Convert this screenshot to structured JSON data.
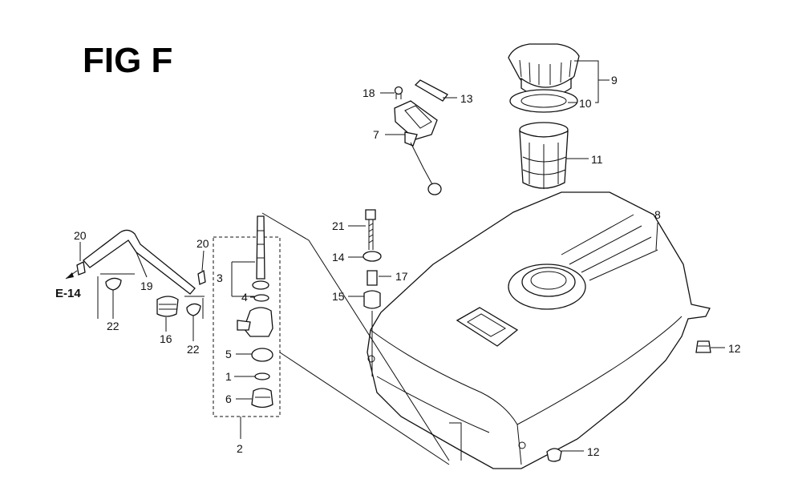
{
  "figure": {
    "title": "FIG F"
  },
  "reference": {
    "code": "E-14"
  },
  "callouts": {
    "c1": "1",
    "c2": "2",
    "c3": "3",
    "c4": "4",
    "c5": "5",
    "c6": "6",
    "c7": "7",
    "c8": "8",
    "c9": "9",
    "c10": "10",
    "c11": "11",
    "c12a": "12",
    "c12b": "12",
    "c13": "13",
    "c14": "14",
    "c15": "15",
    "c16": "16",
    "c17": "17",
    "c18": "18",
    "c19": "19",
    "c20a": "20",
    "c20b": "20",
    "c21": "21",
    "c22a": "22",
    "c22b": "22"
  },
  "colors": {
    "ink": "#111111",
    "paper": "#ffffff"
  }
}
